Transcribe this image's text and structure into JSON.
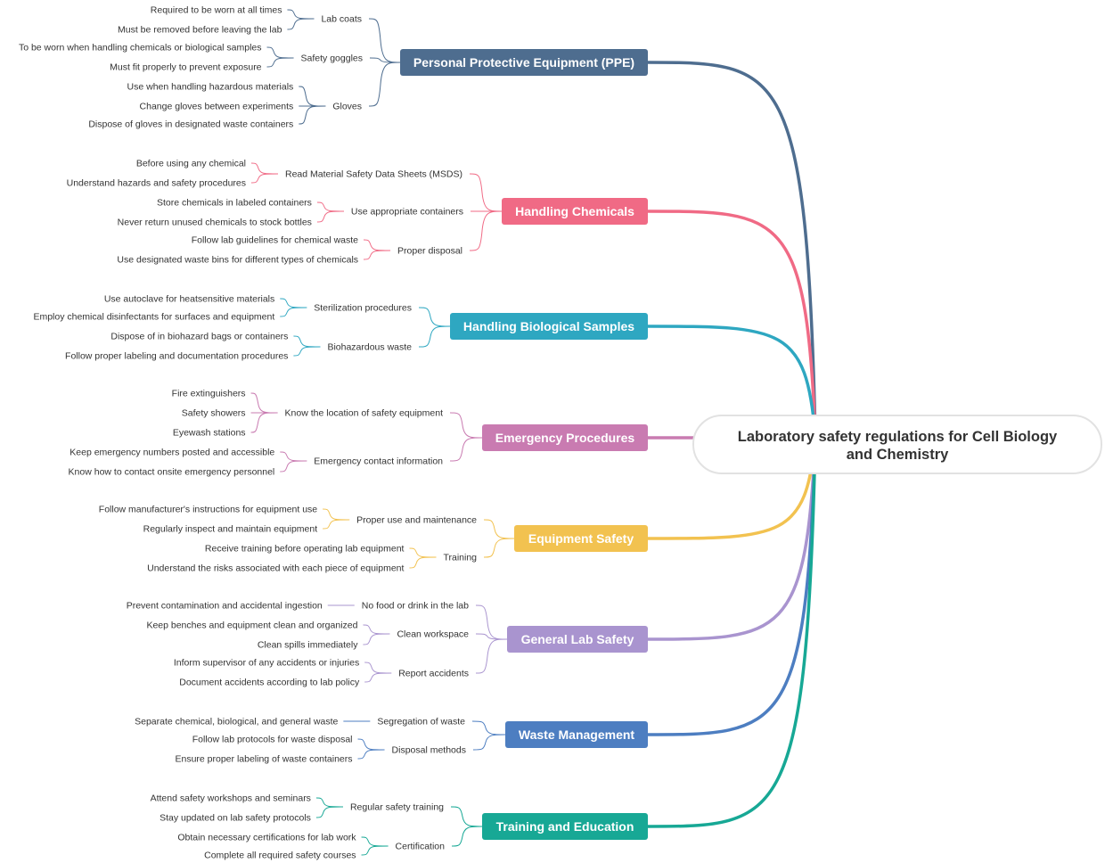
{
  "root": {
    "lines": [
      "Laboratory safety regulations for Cell Biology",
      "and Chemistry"
    ]
  },
  "branches": [
    {
      "label": "Personal Protective Equipment (PPE)",
      "color": "#4e6d8f",
      "subs": [
        {
          "label": "Lab coats",
          "leaves": [
            "Required to be worn at all times",
            "Must be removed before leaving the lab"
          ]
        },
        {
          "label": "Safety goggles",
          "leaves": [
            "To be worn when handling chemicals or biological samples",
            "Must fit properly to prevent exposure"
          ]
        },
        {
          "label": "Gloves",
          "leaves": [
            "Use when handling hazardous materials",
            "Change gloves between experiments",
            "Dispose of gloves in designated waste containers"
          ]
        }
      ]
    },
    {
      "label": "Handling Chemicals",
      "color": "#f06a85",
      "subs": [
        {
          "label": "Read Material Safety Data Sheets (MSDS)",
          "leaves": [
            "Before using any chemical",
            "Understand hazards and safety procedures"
          ]
        },
        {
          "label": "Use appropriate containers",
          "leaves": [
            "Store chemicals in labeled containers",
            "Never return unused chemicals to stock bottles"
          ]
        },
        {
          "label": "Proper disposal",
          "leaves": [
            "Follow lab guidelines for chemical waste",
            "Use designated waste bins for different types of chemicals"
          ]
        }
      ]
    },
    {
      "label": "Handling Biological Samples",
      "color": "#2ea7c1",
      "subs": [
        {
          "label": "Sterilization procedures",
          "leaves": [
            "Use autoclave for heatsensitive materials",
            "Employ chemical disinfectants for surfaces and equipment"
          ]
        },
        {
          "label": "Biohazardous waste",
          "leaves": [
            "Dispose of in biohazard bags or containers",
            "Follow proper labeling and documentation procedures"
          ]
        }
      ]
    },
    {
      "label": "Emergency Procedures",
      "color": "#c97bb1",
      "subs": [
        {
          "label": "Know the location of safety equipment",
          "leaves": [
            "Fire extinguishers",
            "Safety showers",
            "Eyewash stations"
          ]
        },
        {
          "label": "Emergency contact information",
          "leaves": [
            "Keep emergency numbers posted and accessible",
            "Know how to contact onsite emergency personnel"
          ]
        }
      ]
    },
    {
      "label": "Equipment Safety",
      "color": "#f2c250",
      "subs": [
        {
          "label": "Proper use and maintenance",
          "leaves": [
            "Follow manufacturer's instructions for equipment use",
            "Regularly inspect and maintain equipment"
          ]
        },
        {
          "label": "Training",
          "leaves": [
            "Receive training before operating lab equipment",
            "Understand the risks associated with each piece of equipment"
          ]
        }
      ]
    },
    {
      "label": "General Lab Safety",
      "color": "#a994cf",
      "subs": [
        {
          "label": "No food or drink in the lab",
          "leaves": [
            "Prevent contamination and accidental ingestion"
          ]
        },
        {
          "label": "Clean workspace",
          "leaves": [
            "Keep benches and equipment clean and organized",
            "Clean spills immediately"
          ]
        },
        {
          "label": "Report accidents",
          "leaves": [
            "Inform supervisor of any accidents or injuries",
            "Document accidents according to lab policy"
          ]
        }
      ]
    },
    {
      "label": "Waste Management",
      "color": "#4d7ec1",
      "subs": [
        {
          "label": "Segregation of waste",
          "leaves": [
            "Separate chemical, biological, and general waste"
          ]
        },
        {
          "label": "Disposal methods",
          "leaves": [
            "Follow lab protocols for waste disposal",
            "Ensure proper labeling of waste containers"
          ]
        }
      ]
    },
    {
      "label": "Training and Education",
      "color": "#17a895",
      "subs": [
        {
          "label": "Regular safety training",
          "leaves": [
            "Attend safety workshops and seminars",
            "Stay updated on lab safety protocols"
          ]
        },
        {
          "label": "Certification",
          "leaves": [
            "Obtain necessary certifications for lab work",
            "Complete all required safety courses"
          ]
        }
      ]
    }
  ]
}
